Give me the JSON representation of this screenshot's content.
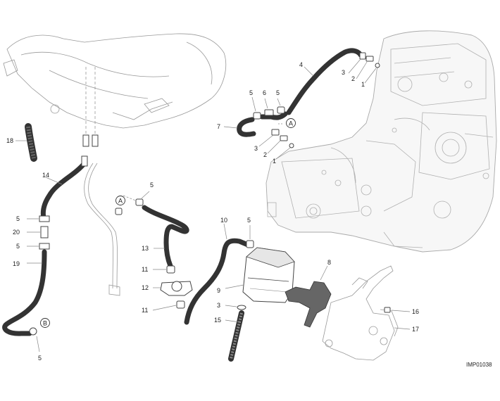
{
  "drawing_code": "IMP01038",
  "callout_ref": {
    "a": "A",
    "b": "B"
  },
  "labels": {
    "l1a": "1",
    "l1b": "1",
    "l2a": "2",
    "l2b": "2",
    "l3a": "3",
    "l3b": "3",
    "l3c": "3",
    "l4": "4",
    "l5a": "5",
    "l5b": "5",
    "l5c": "5",
    "l5d": "5",
    "l5e": "5",
    "l5f": "5",
    "l5g": "5",
    "l6": "6",
    "l7": "7",
    "l8": "8",
    "l9": "9",
    "l10": "10",
    "l11a": "11",
    "l11b": "11",
    "l12": "12",
    "l13": "13",
    "l14": "14",
    "l15": "15",
    "l16": "16",
    "l17": "17",
    "l18": "18",
    "l19": "19",
    "l20": "20"
  }
}
